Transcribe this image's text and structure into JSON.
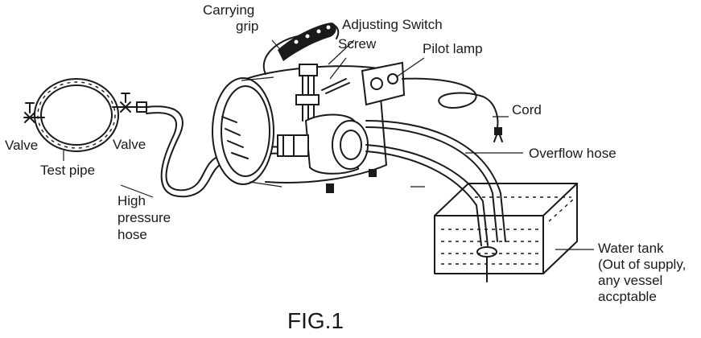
{
  "labels": {
    "carrying_grip_line1": "Carrying",
    "carrying_grip_line2": "grip",
    "adjusting_switch": "Adjusting Switch",
    "screw": "Screw",
    "pilot_lamp": "Pilot lamp",
    "cord": "Cord",
    "overflow_hose": "Overflow hose",
    "valve_left": "Valve",
    "valve_right": "Valve",
    "test_pipe": "Test pipe",
    "high_pressure_hose_line1": "High",
    "high_pressure_hose_line2": "pressure",
    "high_pressure_hose_line3": "hose",
    "water_tank_line1": "Water tank",
    "water_tank_line2": "(Out of supply,",
    "water_tank_line3": "any vessel",
    "water_tank_line4": "accptable"
  },
  "caption": "FIG.1"
}
